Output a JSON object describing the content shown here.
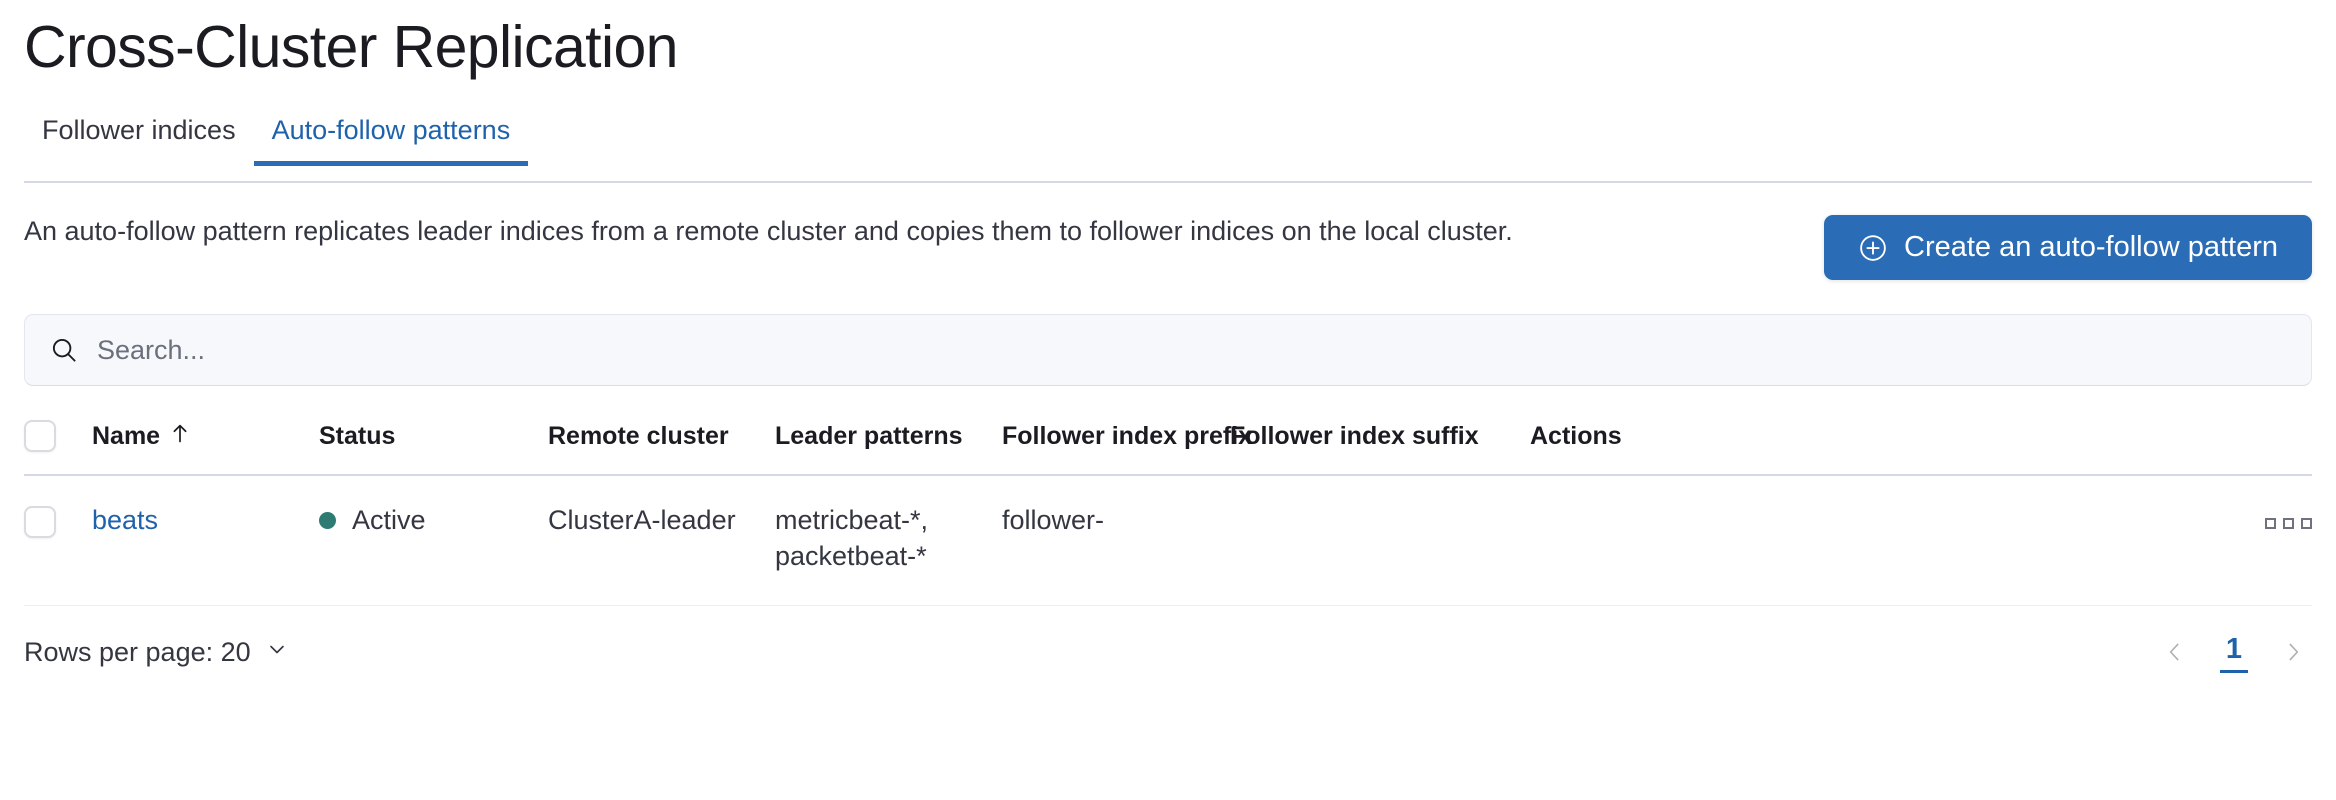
{
  "page": {
    "title": "Cross-Cluster Replication"
  },
  "tabs": [
    {
      "label": "Follower indices",
      "active": false,
      "name": "tab-follower-indices"
    },
    {
      "label": "Auto-follow patterns",
      "active": true,
      "name": "tab-auto-follow-patterns"
    }
  ],
  "intro": {
    "description": "An auto-follow pattern replicates leader indices from a remote cluster and copies them to follower indices on the local cluster.",
    "cta_label": "Create an auto-follow pattern",
    "cta_icon": "plus-in-circle-icon"
  },
  "search": {
    "value": "",
    "placeholder": "Search...",
    "icon": "search-icon"
  },
  "table": {
    "columns": [
      {
        "label": "Name",
        "sorted": "asc",
        "icon": "sort-up-icon"
      },
      {
        "label": "Status"
      },
      {
        "label": "Remote cluster"
      },
      {
        "label": "Leader patterns"
      },
      {
        "label": "Follower index prefix"
      },
      {
        "label": "Follower index suffix"
      },
      {
        "label": "Actions"
      }
    ],
    "rows": [
      {
        "name": "beats",
        "status": "Active",
        "status_color": "#2e7b73",
        "remote_cluster": "ClusterA-leader",
        "leader_patterns": "metricbeat-*, packetbeat-*",
        "follower_index_prefix": "follower-",
        "follower_index_suffix": "",
        "actions_icon": "boxes-horizontal-icon"
      }
    ]
  },
  "footer": {
    "rows_per_page_label": "Rows per page: 20",
    "rows_per_page_icon": "chevron-down-icon",
    "prev_icon": "chevron-left-icon",
    "next_icon": "chevron-right-icon",
    "current_page": "1"
  },
  "colors": {
    "accent_blue": "#2a6cb5",
    "link_blue": "#1f62ac",
    "status_green": "#2e7b73",
    "border": "#d3dae6",
    "text": "#343741"
  }
}
